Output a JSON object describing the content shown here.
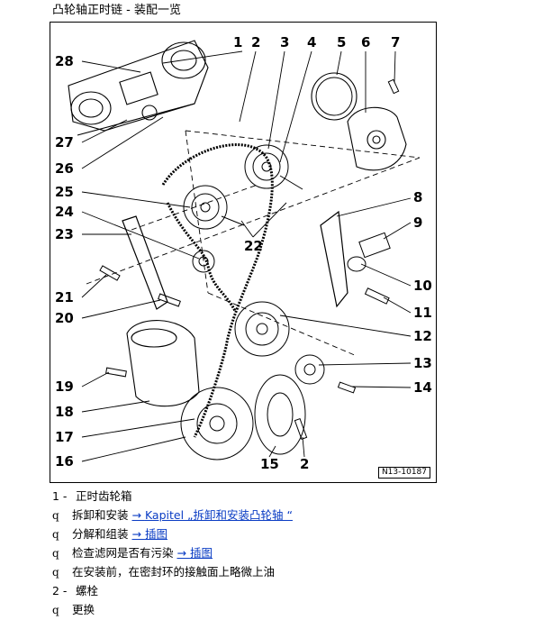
{
  "title": "凸轮轴正时链 - 装配一览",
  "figure": {
    "code": "N13-10187",
    "callouts": {
      "c1": "1",
      "c2": "2",
      "c3": "3",
      "c4": "4",
      "c5": "5",
      "c6": "6",
      "c7": "7",
      "c8": "8",
      "c9": "9",
      "c10": "10",
      "c11": "11",
      "c12": "12",
      "c13": "13",
      "c14": "14",
      "c15": "15",
      "c2b": "2",
      "c16": "16",
      "c17": "17",
      "c18": "18",
      "c19": "19",
      "c20": "20",
      "c21": "21",
      "c22": "22",
      "c23": "23",
      "c24": "24",
      "c25": "25",
      "c26": "26",
      "c27": "27",
      "c28": "28"
    }
  },
  "legend": {
    "item1": {
      "num": "1 -",
      "text": "正时齿轮箱"
    },
    "b1": {
      "bullet": "q",
      "text": "拆卸和安装",
      "arrow": "→",
      "link": "Kapitel „拆卸和安装凸轮轴 “"
    },
    "b2": {
      "bullet": "q",
      "text": "分解和组装",
      "arrow": "→",
      "link": "插图"
    },
    "b3": {
      "bullet": "q",
      "text": "检查滤网是否有污染",
      "arrow": "→",
      "link": "插图"
    },
    "b4": {
      "bullet": "q",
      "text": "在安装前，在密封环的接触面上略微上油"
    },
    "item2": {
      "num": "2 -",
      "text": "螺栓"
    },
    "b5": {
      "bullet": "q",
      "text": "更换"
    }
  }
}
